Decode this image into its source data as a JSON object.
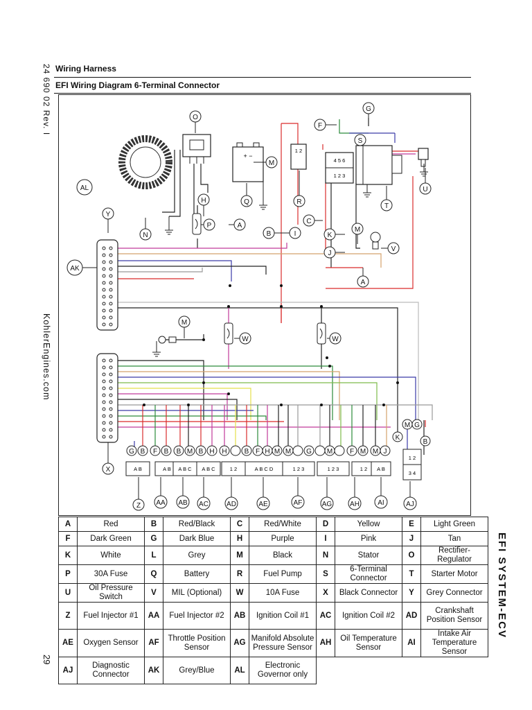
{
  "header": {
    "section": "Wiring Harness",
    "title": "EFI Wiring Diagram 6-Terminal Connector"
  },
  "side": {
    "doc_number": "24 690 02 Rev. I",
    "website": "KohlerEngines.com",
    "page_number": "29",
    "section_tab": "EFI SYSTEM-ECV"
  },
  "diagram": {
    "callouts": {
      "O": "O",
      "G": "G",
      "F": "F",
      "S": "S",
      "AL": "AL",
      "Y": "Y",
      "N": "N",
      "H": "H",
      "P": "P",
      "A": "A",
      "B": "B",
      "I": "I",
      "C": "C",
      "K": "K",
      "M": "M",
      "J": "J",
      "V": "V",
      "Q": "Q",
      "R": "R",
      "T": "T",
      "U": "U",
      "AK": "AK",
      "W": "W",
      "X": "X",
      "Z": "Z",
      "AA": "AA",
      "AB": "AB",
      "AC": "AC",
      "AD": "AD",
      "AE": "AE",
      "AF": "AF",
      "AG": "AG",
      "AH": "AH",
      "AI": "AI",
      "AJ": "AJ"
    },
    "pin_labels": {
      "ab": "A   B",
      "abc": "A B C",
      "p12": "1     2",
      "abcd": "A    B    C    D",
      "p123": "1     2     3",
      "c6a": "4   5   6",
      "c6b": "1   2   3",
      "d12": "1   2",
      "d34": "3   4",
      "fuse12": "1  2",
      "batt": "+      −"
    }
  },
  "legend": [
    [
      {
        "code": "A",
        "name": "Red"
      },
      {
        "code": "B",
        "name": "Red/Black"
      },
      {
        "code": "C",
        "name": "Red/White"
      },
      {
        "code": "D",
        "name": "Yellow"
      },
      {
        "code": "E",
        "name": "Light Green"
      }
    ],
    [
      {
        "code": "F",
        "name": "Dark Green"
      },
      {
        "code": "G",
        "name": "Dark Blue"
      },
      {
        "code": "H",
        "name": "Purple"
      },
      {
        "code": "I",
        "name": "Pink"
      },
      {
        "code": "J",
        "name": "Tan"
      }
    ],
    [
      {
        "code": "K",
        "name": "White"
      },
      {
        "code": "L",
        "name": "Grey"
      },
      {
        "code": "M",
        "name": "Black"
      },
      {
        "code": "N",
        "name": "Stator"
      },
      {
        "code": "O",
        "name": "Rectifier-Regulator"
      }
    ],
    [
      {
        "code": "P",
        "name": "30A Fuse"
      },
      {
        "code": "Q",
        "name": "Battery"
      },
      {
        "code": "R",
        "name": "Fuel Pump"
      },
      {
        "code": "S",
        "name": "6-Terminal Connector"
      },
      {
        "code": "T",
        "name": "Starter Motor"
      }
    ],
    [
      {
        "code": "U",
        "name": "Oil Pressure Switch"
      },
      {
        "code": "V",
        "name": "MIL (Optional)"
      },
      {
        "code": "W",
        "name": "10A Fuse"
      },
      {
        "code": "X",
        "name": "Black Connector"
      },
      {
        "code": "Y",
        "name": "Grey Connector"
      }
    ],
    [
      {
        "code": "Z",
        "name": "Fuel Injector #1"
      },
      {
        "code": "AA",
        "name": "Fuel Injector #2"
      },
      {
        "code": "AB",
        "name": "Ignition Coil #1"
      },
      {
        "code": "AC",
        "name": "Ignition Coil #2"
      },
      {
        "code": "AD",
        "name": "Crankshaft Position Sensor"
      }
    ],
    [
      {
        "code": "AE",
        "name": "Oxygen Sensor"
      },
      {
        "code": "AF",
        "name": "Throttle Position Sensor"
      },
      {
        "code": "AG",
        "name": "Manifold Absolute Pressure Sensor"
      },
      {
        "code": "AH",
        "name": "Oil Temperature Sensor"
      },
      {
        "code": "AI",
        "name": "Intake Air Temperature Sensor"
      }
    ],
    [
      {
        "code": "AJ",
        "name": "Diagnostic Connector"
      },
      {
        "code": "AK",
        "name": "Grey/Blue"
      },
      {
        "code": "AL",
        "name": "Electronic Governor only"
      }
    ]
  ]
}
